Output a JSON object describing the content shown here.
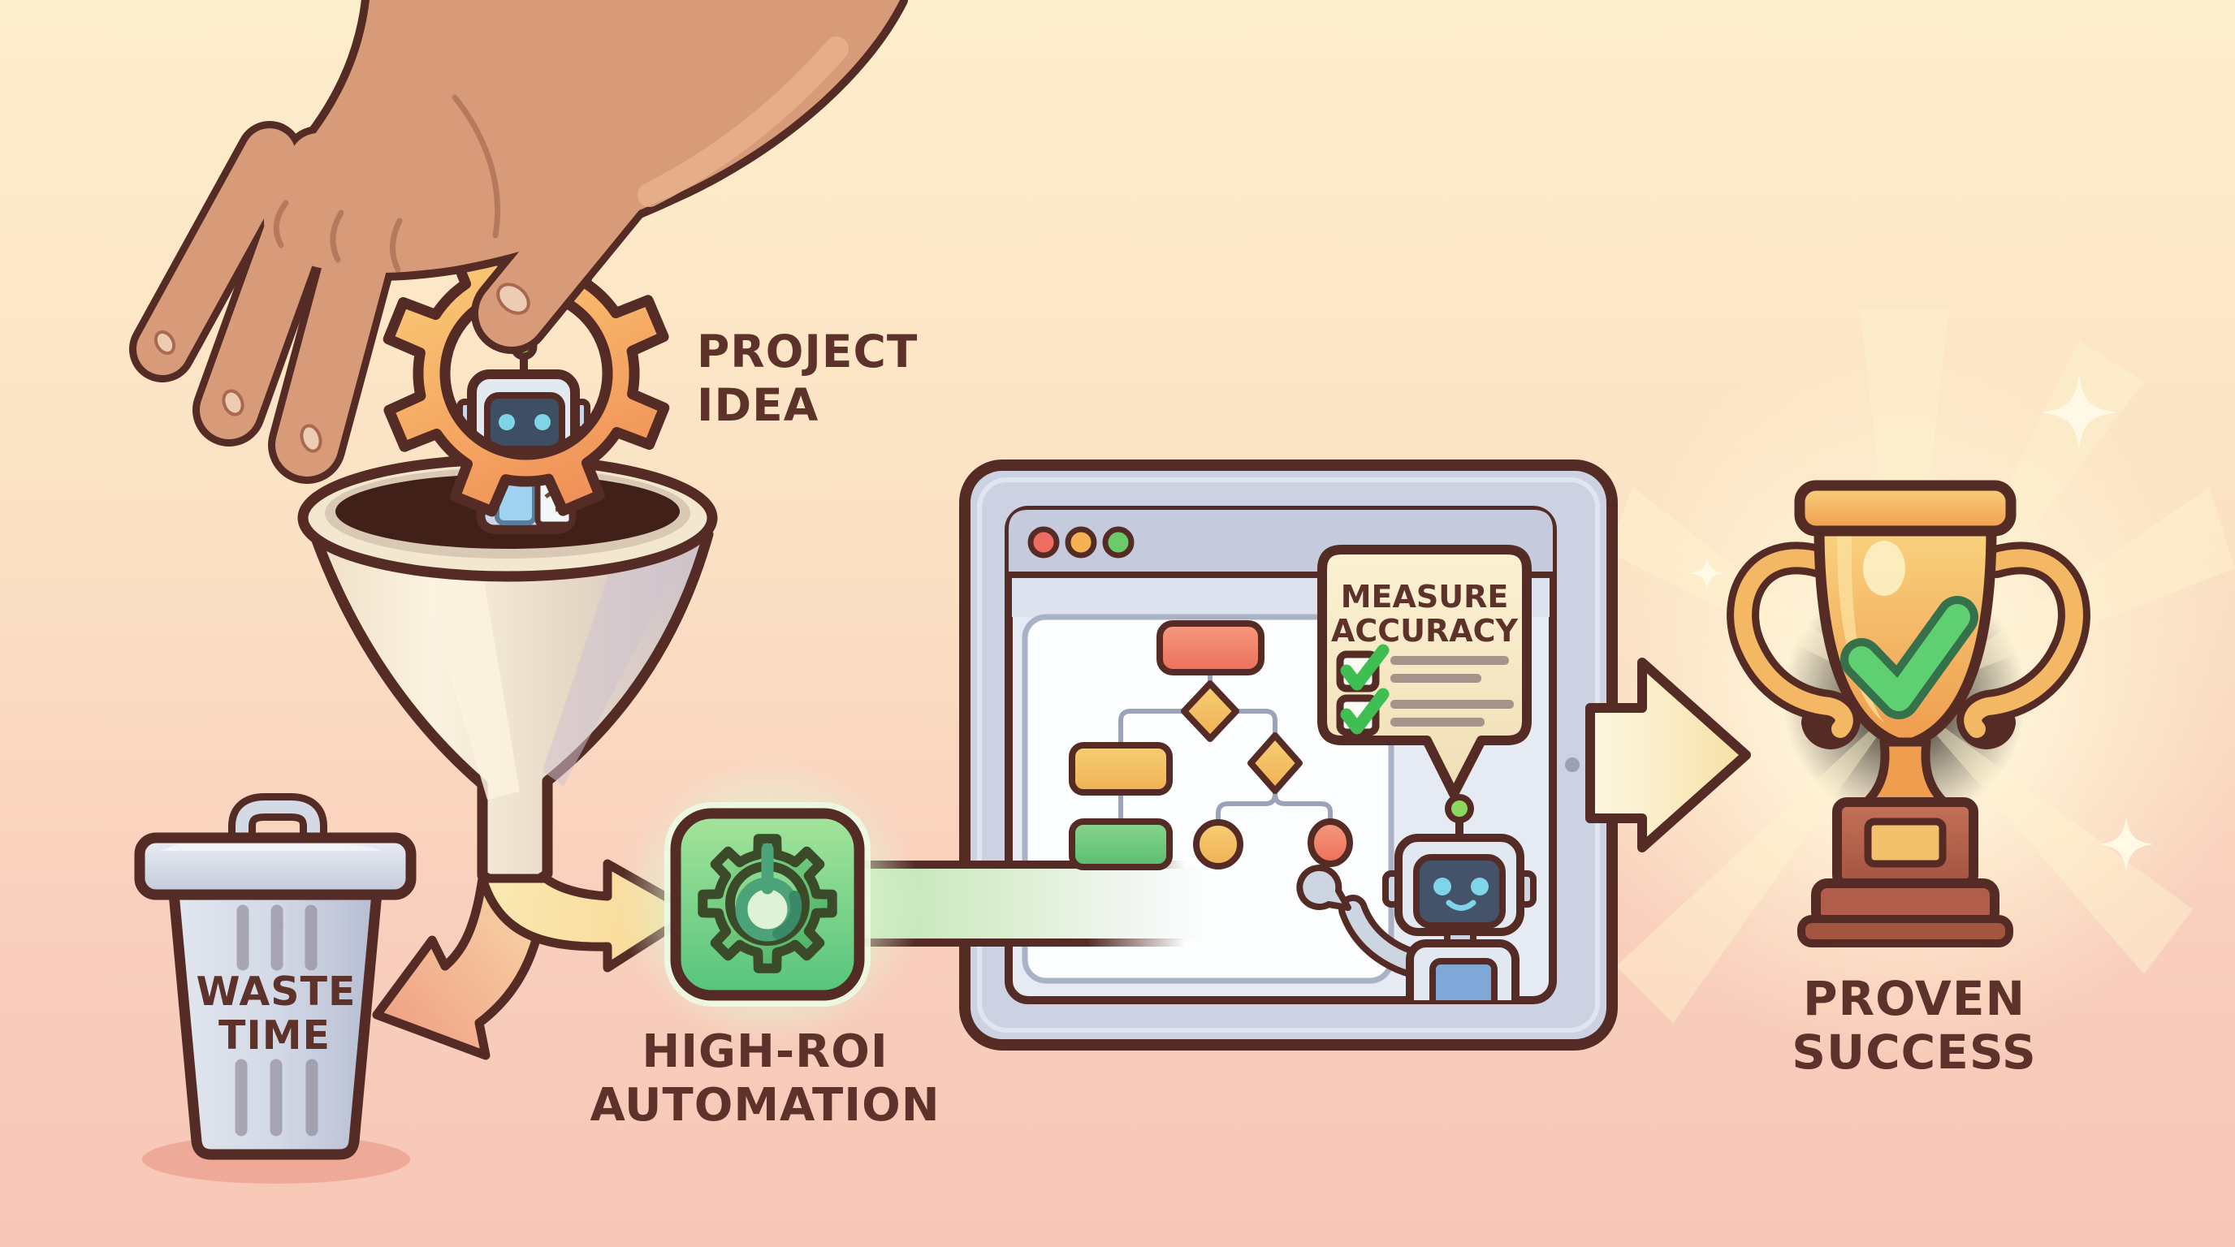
{
  "title": "Project idea automation funnel illustration",
  "labels": {
    "project_idea": {
      "line1": "PROJECT",
      "line2": "IDEA"
    },
    "waste_time": {
      "line1": "WASTE",
      "line2": "TIME"
    },
    "high_roi": {
      "line1": "HIGH-ROI",
      "line2": "AUTOMATION"
    },
    "measure_accuracy": {
      "line1": "MEASURE",
      "line2": "ACCURACY"
    },
    "proven_success": {
      "line1": "PROVEN",
      "line2": "SUCCESS"
    }
  },
  "flow": [
    "PROJECT IDEA",
    "HIGH-ROI AUTOMATION",
    "MEASURE ACCURACY",
    "PROVEN SUCCESS"
  ],
  "discard_path": "WASTE TIME",
  "checklist": {
    "items": 2,
    "all_checked": true
  },
  "browser": {
    "traffic_lights": [
      "red",
      "yellow",
      "green"
    ]
  },
  "icons": {
    "hand": "hand dropping gear",
    "gear_robot": "robot inside orange gear",
    "funnel": "funnel",
    "trash": "trash can",
    "green_gear_app": "green gear app icon",
    "browser_window": "browser window with flowchart",
    "robot_assistant": "waving robot",
    "speech_bubble": "measure accuracy checklist bubble",
    "trophy": "gold trophy with green checkmark",
    "sparkle": "four point sparkle"
  },
  "colors": {
    "outline": "#542c25",
    "text": "#5d322b",
    "bg_top": "#fdeecb",
    "bg_bottom": "#f6c2b2",
    "skin": "#d89b79",
    "gear_orange": "#f6ae62",
    "funnel_cream": "#f2e4cc",
    "trash_gray": "#cdd3e1",
    "accent_green": "#5cc274",
    "band_green": "#bfe5b2",
    "tablet_frame": "#ccd2e2",
    "titlebar": "#c5cbdd",
    "canvas_white": "#fdfeff",
    "node_red": "#ef8066",
    "node_yellow": "#f4c467",
    "node_green": "#72ca82",
    "bubble_cream": "#f8ecc9",
    "check_green": "#3fbf52",
    "robot_body": "#e2e8f1",
    "robot_face": "#45536a",
    "robot_eyes": "#7fd4e8",
    "antenna_green": "#8bd85e",
    "arrow_cream": "#f9e7b4",
    "arrow_salmon": "#f3ac8b",
    "trophy_gold": "#f5b75f",
    "trophy_base": "#b4604b",
    "dot_red": "#ee6d60",
    "dot_yellow": "#f4b254",
    "dot_green": "#6cc96c"
  }
}
